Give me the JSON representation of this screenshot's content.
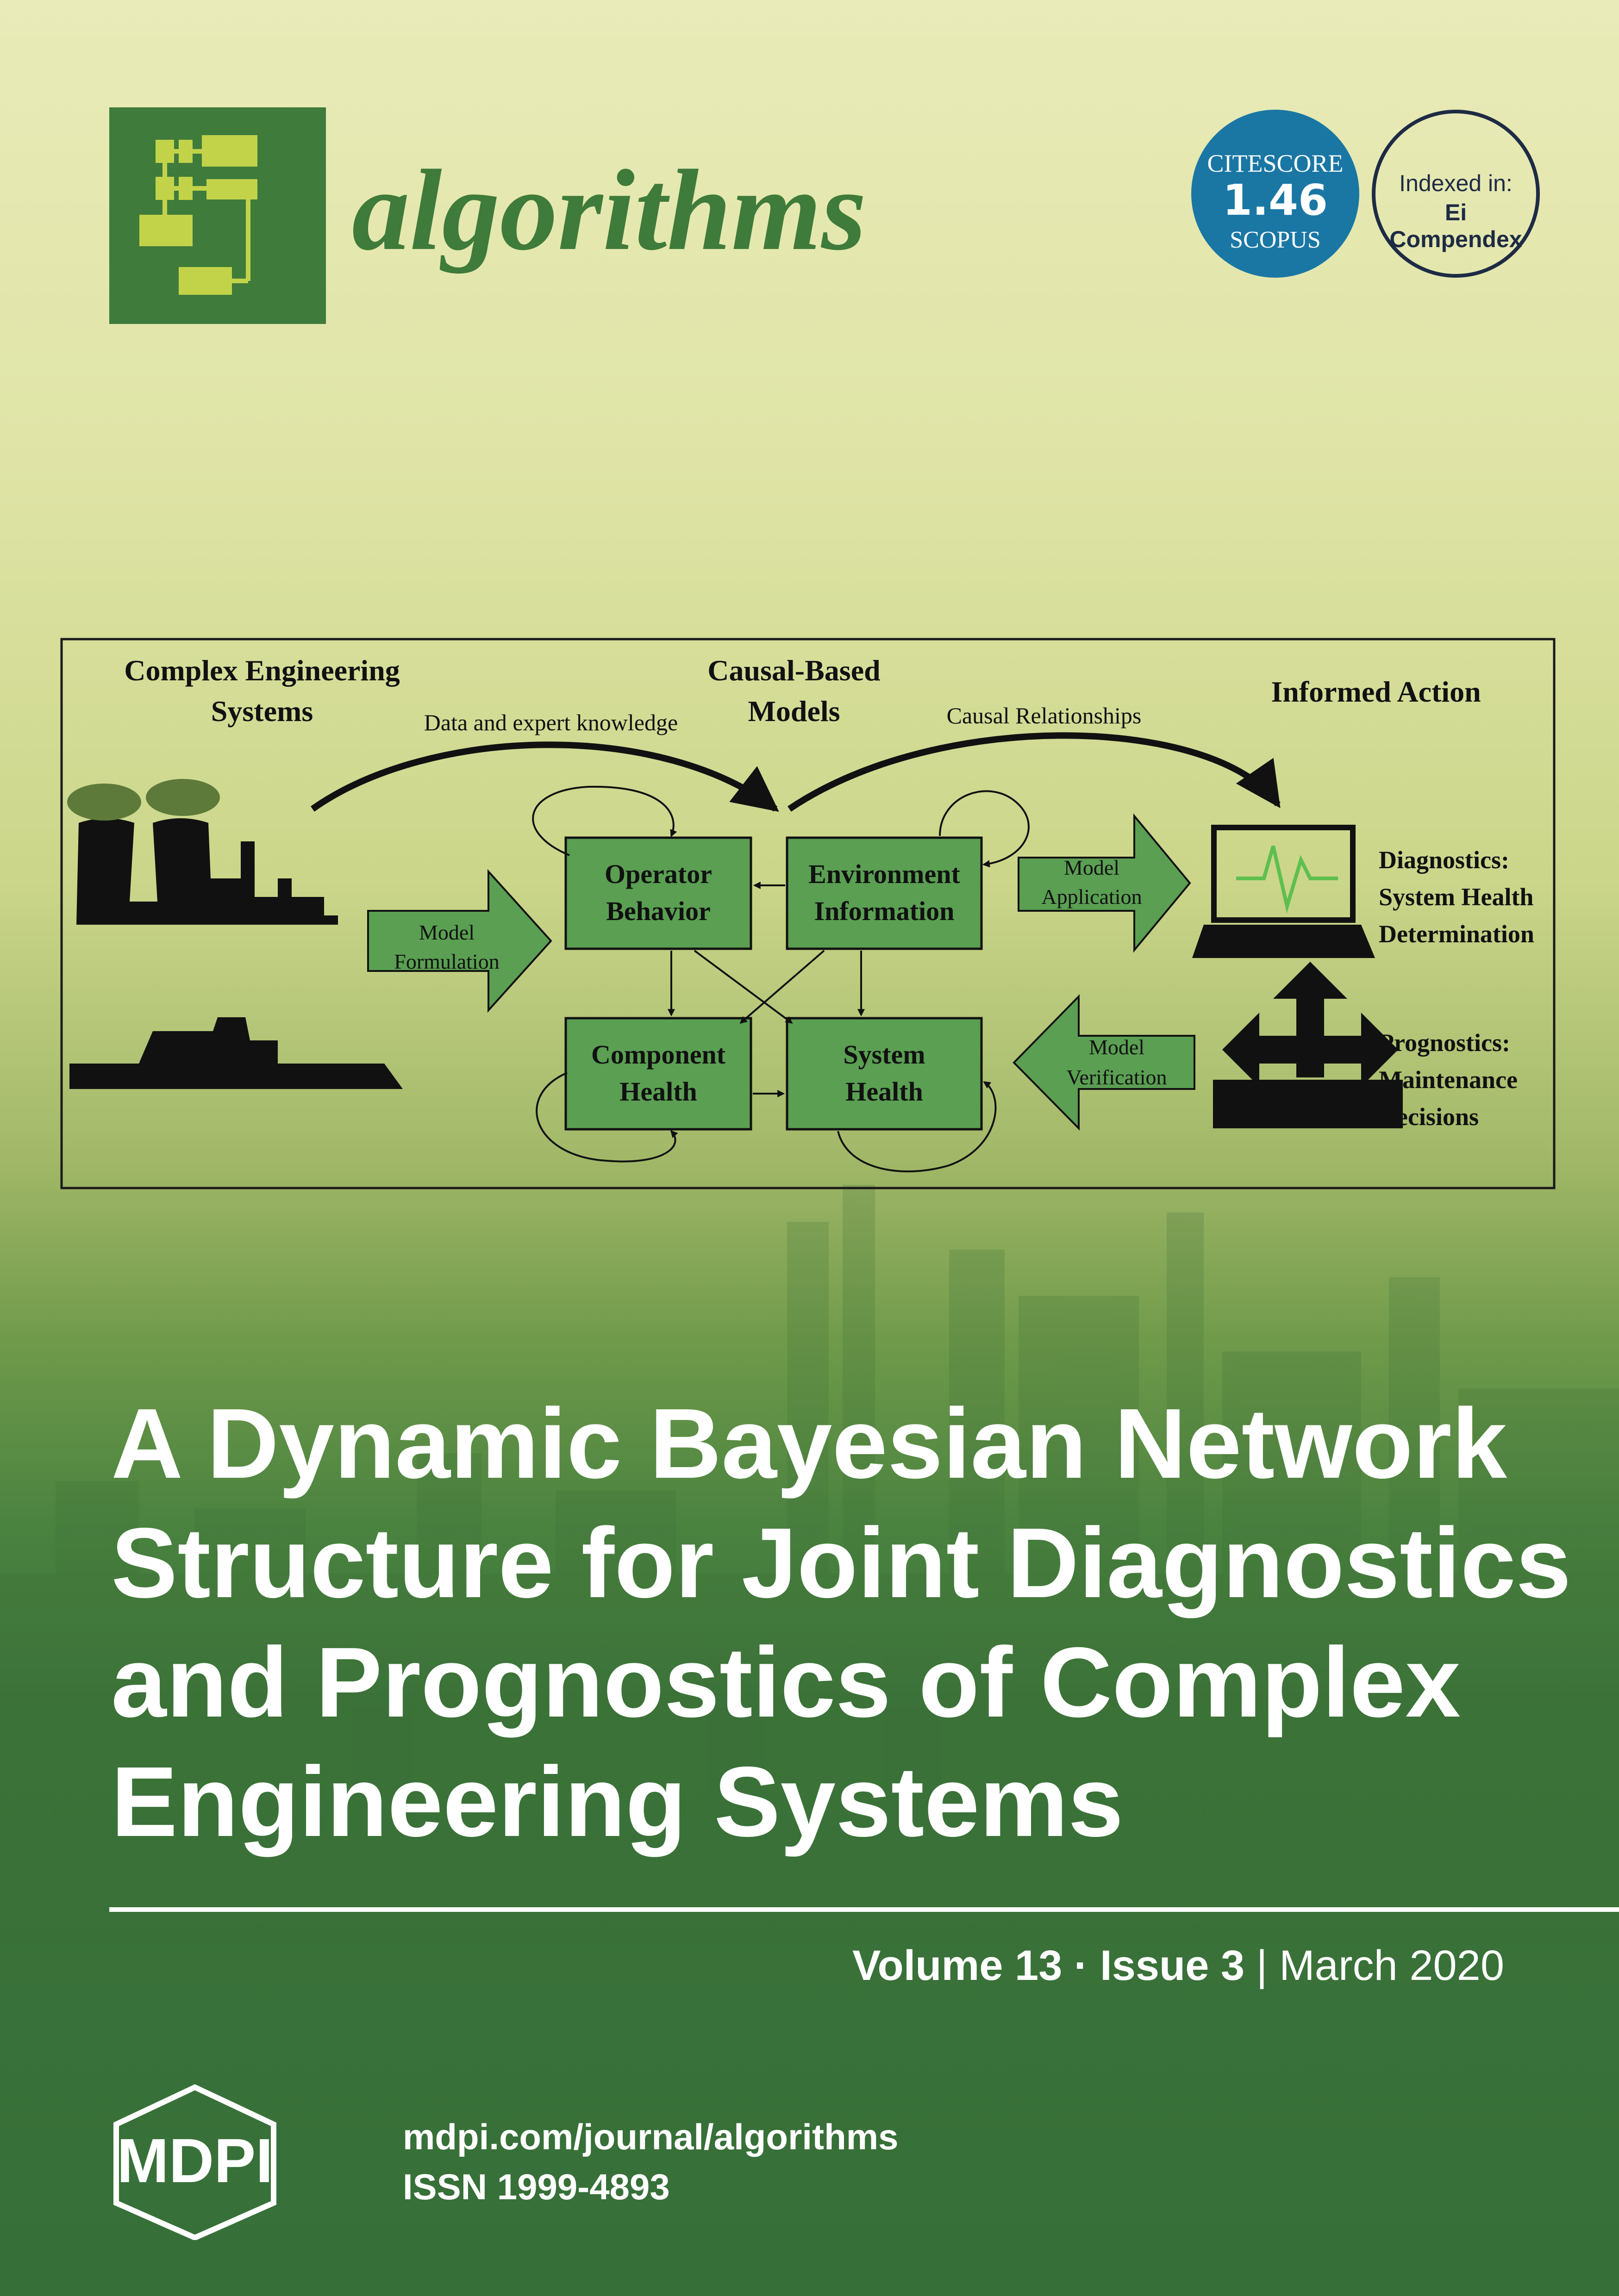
{
  "journal": {
    "name": "algorithms"
  },
  "badges": {
    "citescore": {
      "label": "CITESCORE",
      "value": "1.46",
      "source": "SCOPUS"
    },
    "indexed": {
      "line1": "Indexed in:",
      "line2": "Ei Compendex"
    }
  },
  "diagram": {
    "headings": {
      "complex_line1": "Complex Engineering",
      "complex_line2": "Systems",
      "causal_line1": "Causal-Based",
      "causal_line2": "Models",
      "informed": "Informed Action"
    },
    "arrow_labels": {
      "data": "Data and expert knowledge",
      "causal": "Causal Relationships"
    },
    "nodes": {
      "operator_line1": "Operator",
      "operator_line2": "Behavior",
      "environment_line1": "Environment",
      "environment_line2": "Information",
      "component_line1": "Component",
      "component_line2": "Health",
      "system_line1": "System",
      "system_line2": "Health"
    },
    "block_arrows": {
      "formulation_line1": "Model",
      "formulation_line2": "Formulation",
      "application_line1": "Model",
      "application_line2": "Application",
      "verification_line1": "Model",
      "verification_line2": "Verification"
    },
    "outcomes": {
      "diag_line1": "Diagnostics:",
      "diag_line2": "System Health",
      "diag_line3": "Determination",
      "prog_line1": "Prognostics:",
      "prog_line2": "Maintenance",
      "prog_line3": "Decisions"
    }
  },
  "title_lines": [
    "A Dynamic Bayesian Network",
    "Structure for Joint Diagnostics",
    "and Prognostics of Complex",
    "Engineering Systems"
  ],
  "issue": {
    "volume": "Volume 13",
    "sep1": " · ",
    "issue": "Issue 3",
    "sep2": " | ",
    "date": "March 2020"
  },
  "publisher": {
    "name": "MDPI",
    "url": "mdpi.com/journal/algorithms",
    "issn": "ISSN 1999-4893"
  }
}
